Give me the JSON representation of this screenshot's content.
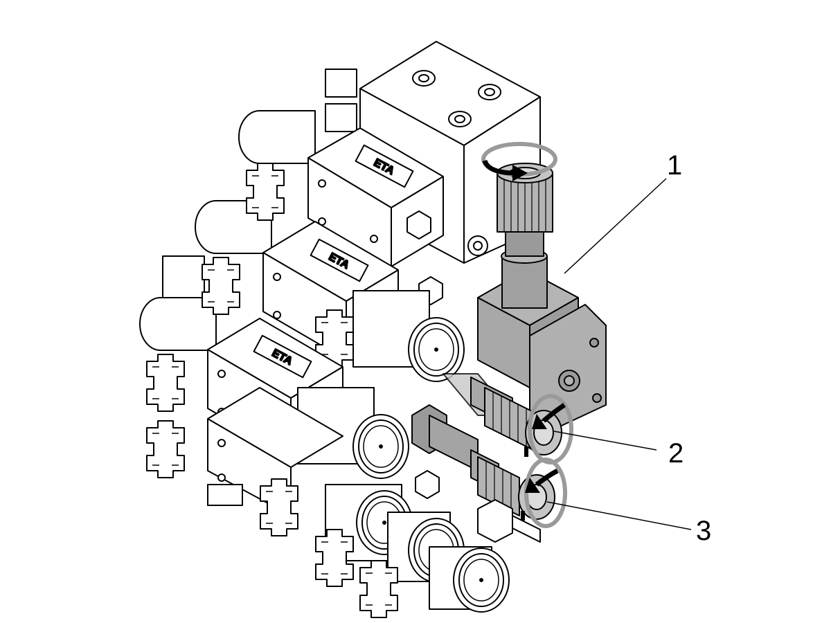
{
  "callouts": [
    {
      "id": "1",
      "label": "1"
    },
    {
      "id": "2",
      "label": "2"
    },
    {
      "id": "3",
      "label": "3"
    }
  ],
  "module_stamp": "ETA",
  "colors": {
    "line": "#000000",
    "module_face": "#ffffff",
    "highlight_part": "#b4b4b4",
    "highlight_dark": "#8c8c8c",
    "arrow_ring": "#9a9a9a"
  }
}
